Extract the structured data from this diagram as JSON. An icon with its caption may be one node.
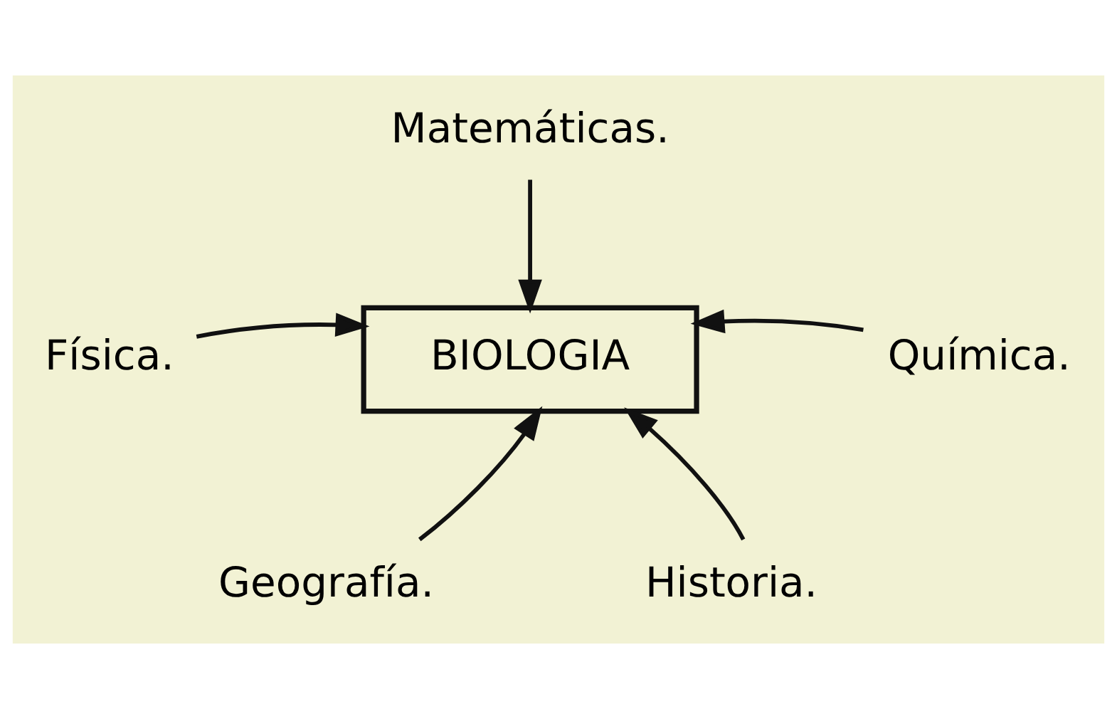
{
  "diagram": {
    "nodes": [
      {
        "text": [
          "Matemáticas."
        ]
      },
      {
        "text": [
          "Física."
        ]
      },
      {
        "text": [
          "Química."
        ]
      },
      {
        "text": [
          "BIOLOGIA"
        ]
      },
      {
        "text": [
          "Geografía."
        ]
      },
      {
        "text": [
          "Historia."
        ]
      }
    ],
    "edges": [
      {
        "from": 0,
        "to": 3,
        "arrow": "to"
      },
      {
        "from": 1,
        "to": 3,
        "arrow": "to"
      },
      {
        "from": 2,
        "to": 3,
        "arrow": "to"
      },
      {
        "from": 4,
        "to": 3,
        "arrow": "to"
      },
      {
        "from": 5,
        "to": 3,
        "arrow": "to"
      }
    ]
  }
}
